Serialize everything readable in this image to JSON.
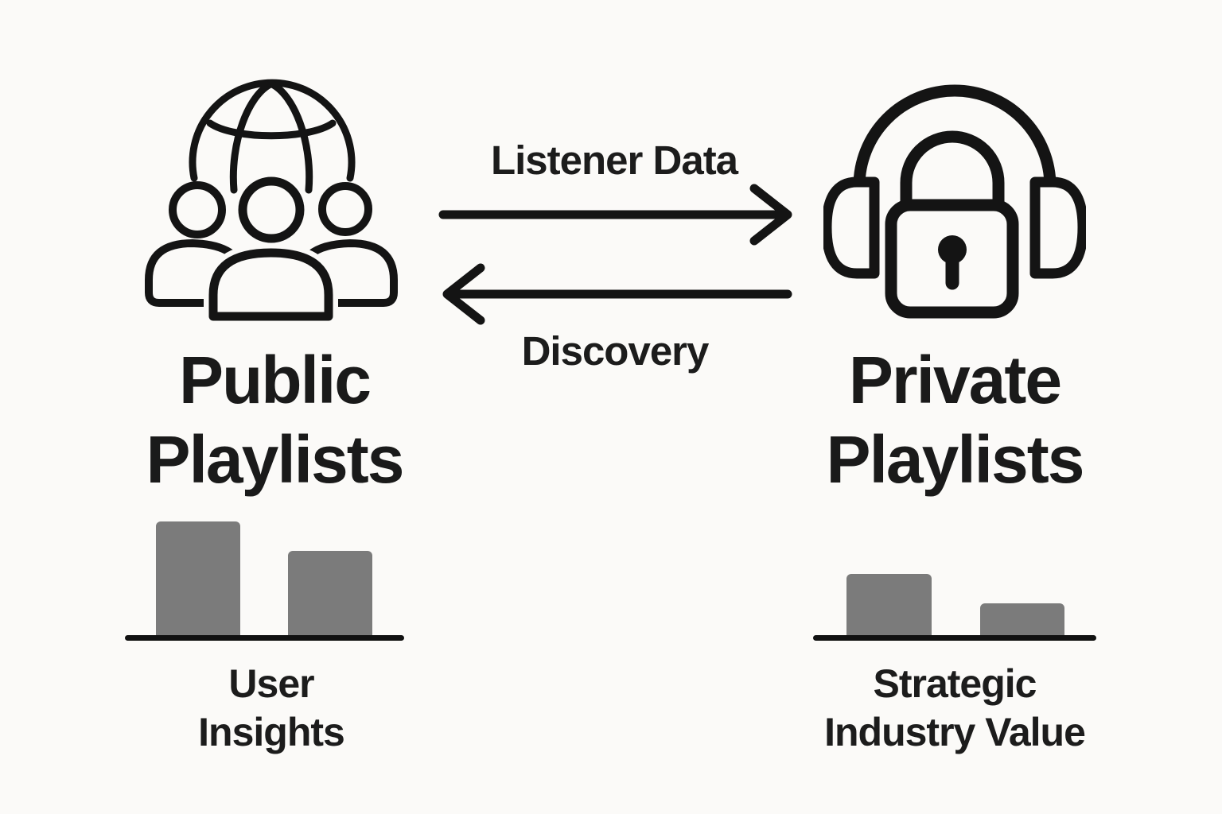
{
  "diagram_title": "Public vs Private Playlists data exchange",
  "colors": {
    "background": "#fbfaf8",
    "ink": "#1a1a1a",
    "bar_fill": "#7b7b7b"
  },
  "left_node": {
    "icon": "community-globe-users-icon",
    "title_line1": "Public",
    "title_line2": "Playlists"
  },
  "right_node": {
    "icon": "locked-headphones-icon",
    "title_line1": "Private",
    "title_line2": "Playlists"
  },
  "flow_top": {
    "label": "Listener Data",
    "direction": "left-to-right"
  },
  "flow_bottom": {
    "label": "Discovery",
    "direction": "right-to-left"
  },
  "chart_data": [
    {
      "type": "bar",
      "title": "User Insights",
      "label_line1": "User",
      "label_line2": "Insights",
      "categories": [
        "bar1",
        "bar2"
      ],
      "values": [
        145,
        108
      ],
      "value_unit": "relative-height-px",
      "note": "unlabeled mini bar chart, taller bars = more user insights"
    },
    {
      "type": "bar",
      "title": "Strategic Industry Value",
      "label_line1": "Strategic",
      "label_line2": "Industry Value",
      "categories": [
        "bar1",
        "bar2"
      ],
      "values": [
        79,
        42
      ],
      "value_unit": "relative-height-px",
      "note": "unlabeled mini bar chart, shorter bars = less strategic value"
    }
  ]
}
